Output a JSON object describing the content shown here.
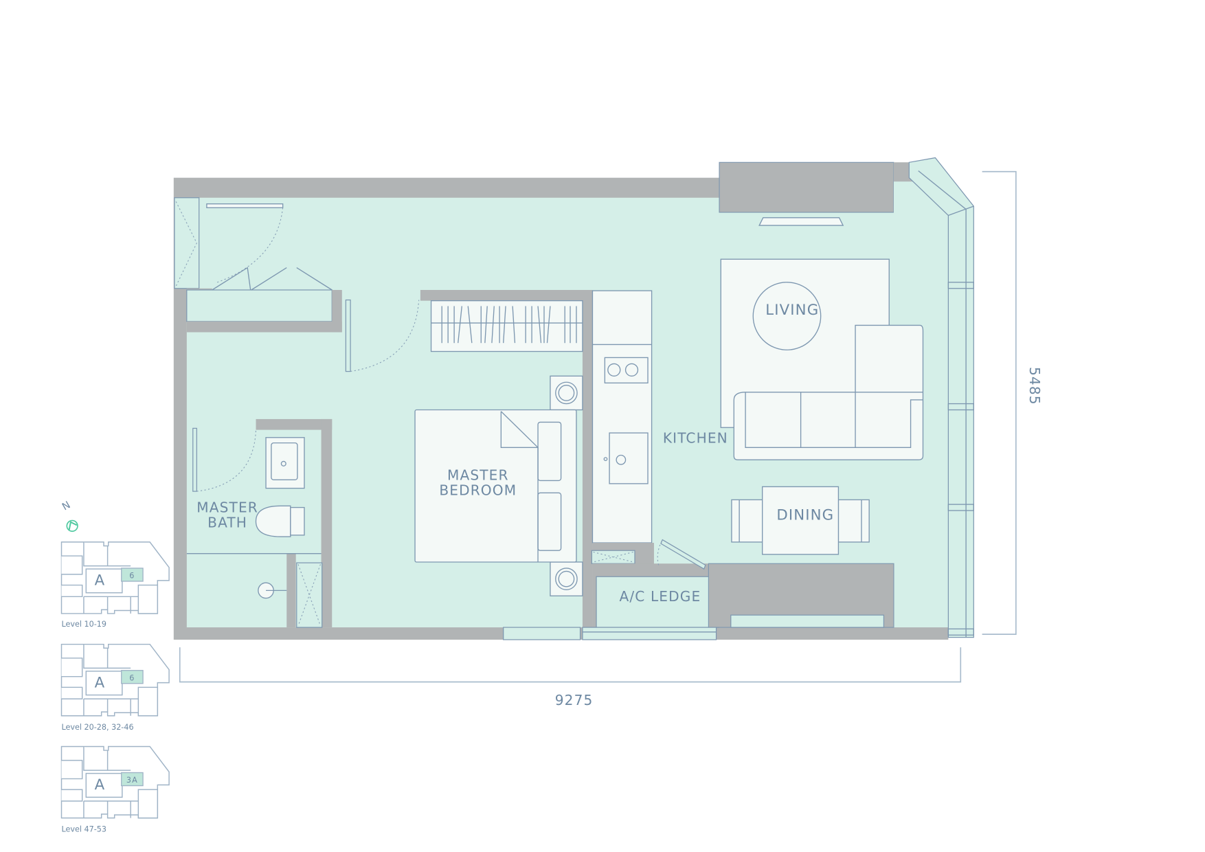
{
  "colors": {
    "floor": "#d5efe8",
    "wall": "#b1b4b5",
    "line": "#7d97b0",
    "furniture": "#f4f9f7",
    "text": "#6d88a2",
    "compass": "#4fc9a0",
    "highlight": "#bfe6da"
  },
  "rooms": {
    "living": "LIVING",
    "kitchen": "KITCHEN",
    "dining": "DINING",
    "master_bedroom_line1": "MASTER",
    "master_bedroom_line2": "BEDROOM",
    "master_bath_line1": "MASTER",
    "master_bath_line2": "BATH",
    "ac_ledge": "A/C LEDGE"
  },
  "dimensions": {
    "width": "9275",
    "depth": "5485"
  },
  "compass": {
    "label": "N",
    "icon": "north-arrow-icon"
  },
  "keyplans": [
    {
      "block": "A",
      "unit": "6",
      "level": "Level 10-19"
    },
    {
      "block": "A",
      "unit": "6",
      "level": "Level 20-28, 32-46"
    },
    {
      "block": "A",
      "unit": "3A",
      "level": "Level 47-53"
    }
  ]
}
